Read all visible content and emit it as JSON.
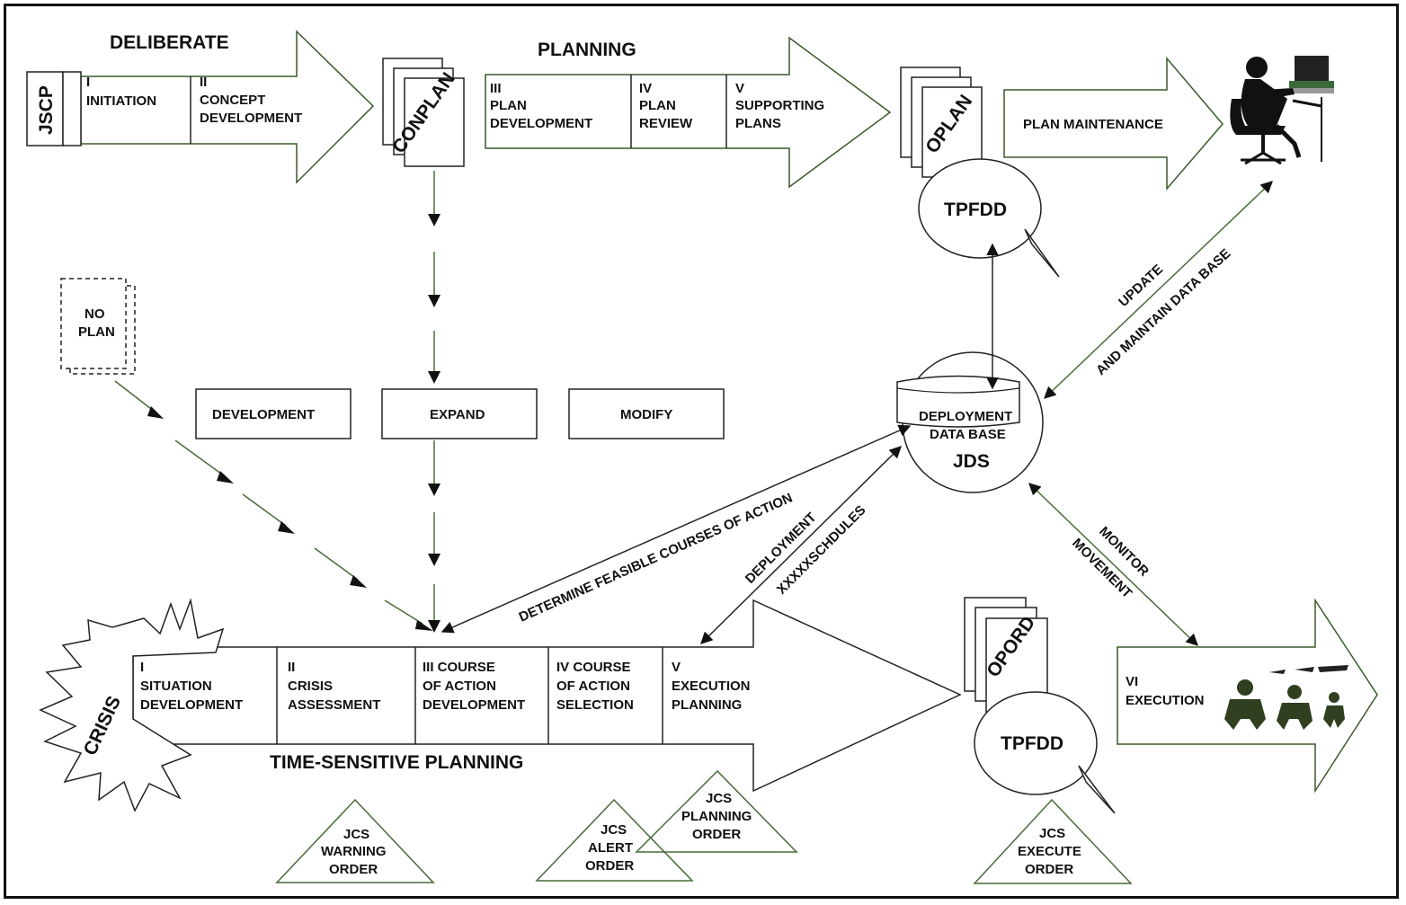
{
  "deliberate": {
    "title_left": "DELIBERATE",
    "title_right": "PLANNING",
    "jscp": "JSCP",
    "phase1": [
      "I",
      "INITIATION"
    ],
    "phase2": [
      "II",
      "CONCEPT",
      "DEVELOPMENT"
    ],
    "phase3": [
      "III",
      "PLAN",
      "DEVELOPMENT"
    ],
    "phase4": [
      "IV",
      "PLAN",
      "REVIEW"
    ],
    "phase5": [
      "V",
      "SUPPORTING",
      "PLANS"
    ],
    "conplan": "CONPLAN",
    "oplan": "OPLAN",
    "maintenance": "PLAN MAINTENANCE"
  },
  "tpfdd_top": "TPFDD",
  "tpfdd_bottom": "TPFDD",
  "no_plan": [
    "NO",
    "PLAN"
  ],
  "boxes": {
    "development": "DEVELOPMENT",
    "expand": "EXPAND",
    "modify": "MODIFY"
  },
  "database": {
    "line1": "DEPLOYMENT",
    "line2": "DATA BASE",
    "line3": "JDS"
  },
  "labels": {
    "update1": "UPDATE",
    "update2": "AND MAINTAIN DATA BASE",
    "coa": "DETERMINE FEASIBLE COURSES OF ACTION",
    "deploy1": "DEPLOYMENT",
    "deploy2": "XXXXXSCHDULES",
    "monitor1": "MONITOR",
    "monitor2": "MOVEMENT"
  },
  "time_sensitive": {
    "title": "TIME-SENSITIVE PLANNING",
    "crisis": "CRISIS",
    "phase1": [
      "I",
      "SITUATION",
      "DEVELOPMENT"
    ],
    "phase2": [
      "II",
      "CRISIS",
      "ASSESSMENT"
    ],
    "phase3": [
      "III COURSE",
      "OF ACTION",
      "DEVELOPMENT"
    ],
    "phase4": [
      "IV COURSE",
      "OF ACTION",
      "SELECTION"
    ],
    "phase5": [
      "V",
      "EXECUTION",
      "PLANNING"
    ],
    "opord": "OPORD",
    "execution": [
      "VI",
      "EXECUTION"
    ]
  },
  "orders": {
    "warning": [
      "JCS",
      "WARNING",
      "ORDER"
    ],
    "alert": [
      "JCS",
      "ALERT",
      "ORDER"
    ],
    "planning": [
      "JCS",
      "PLANNING",
      "ORDER"
    ],
    "execute": [
      "JCS",
      "EXECUTE",
      "ORDER"
    ]
  }
}
